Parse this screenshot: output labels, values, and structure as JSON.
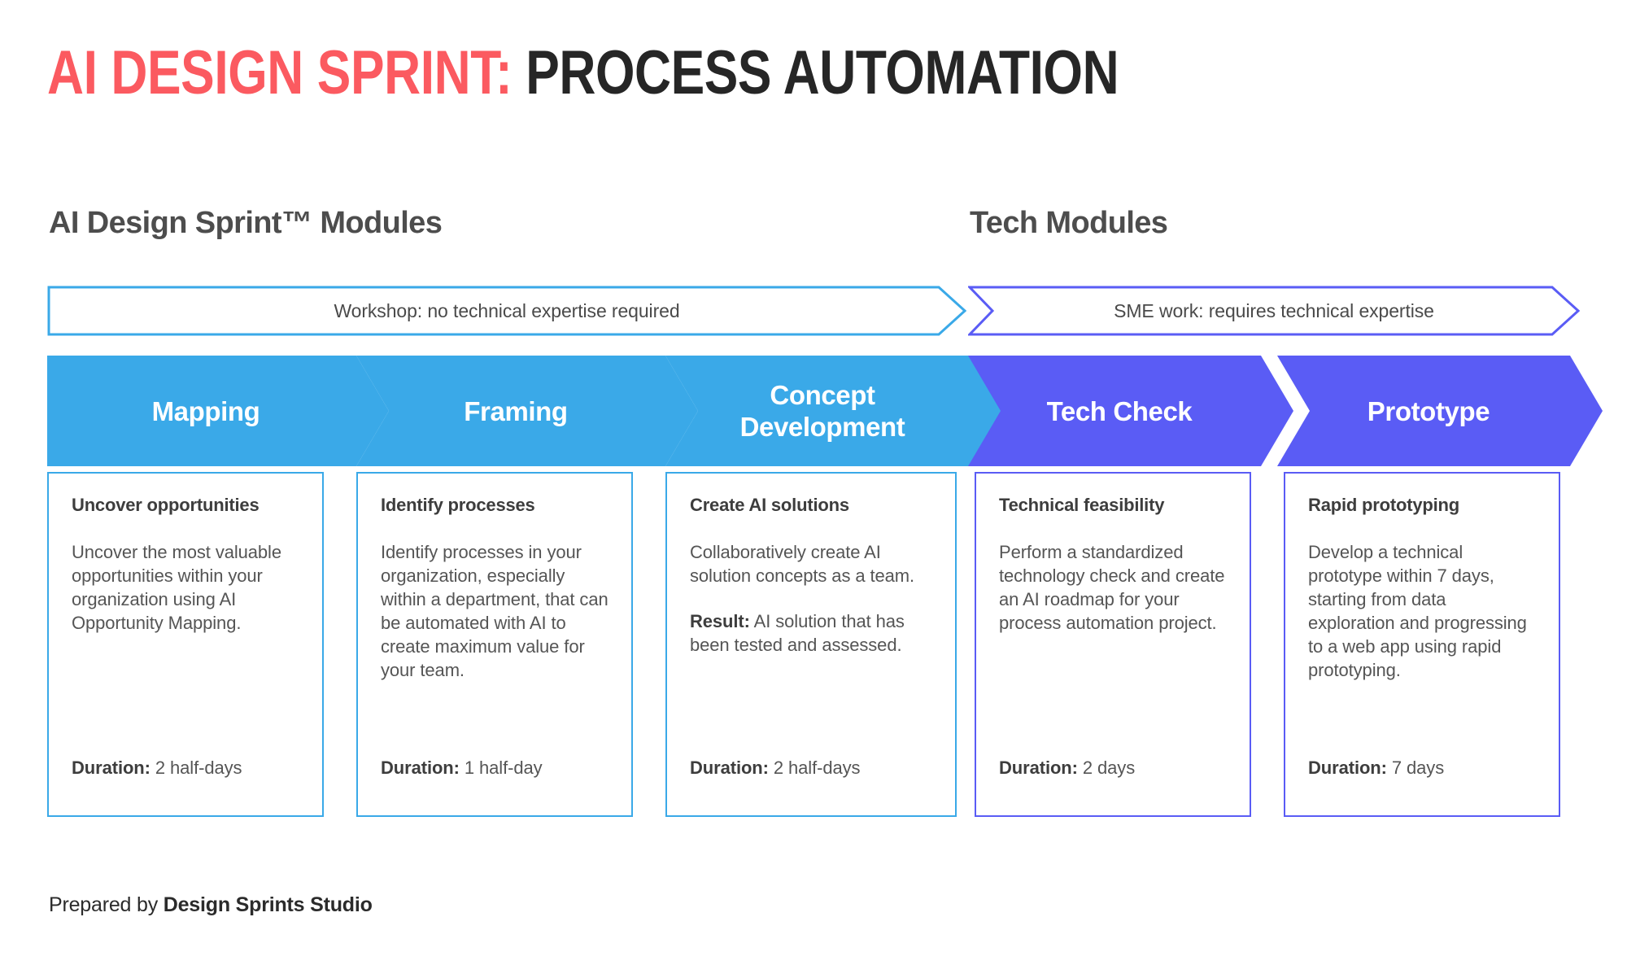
{
  "title": {
    "accent": "AI DESIGN SPRINT:",
    "main": "PROCESS AUTOMATION"
  },
  "sections": {
    "ai_modules_heading": "AI Design Sprint™ Modules",
    "tech_modules_heading": "Tech Modules"
  },
  "banners": {
    "workshop": "Workshop: no technical expertise required",
    "sme": "SME work: requires technical expertise"
  },
  "colors": {
    "accent_red": "#fb5a60",
    "blue": "#3aa9e8",
    "purple": "#5a5cf5",
    "heading_gray": "#4d4d4d",
    "body_gray": "#555555",
    "title_dark": "#262626"
  },
  "stages": [
    {
      "name": "Mapping",
      "track": "workshop",
      "card_title": "Uncover opportunities",
      "paragraphs": [
        "Uncover the most valuable opportunities within your organization using AI Opportunity Mapping."
      ],
      "result_label": "",
      "result_text": "",
      "duration_label": "Duration:",
      "duration_value": "2 half-days"
    },
    {
      "name": "Framing",
      "track": "workshop",
      "card_title": "Identify processes",
      "paragraphs": [
        "Identify processes in your organization, especially within a department, that can be automated with AI to create maximum value for your team."
      ],
      "result_label": "",
      "result_text": "",
      "duration_label": "Duration:",
      "duration_value": "1 half-day"
    },
    {
      "name": "Concept Development",
      "name_line1": "Concept",
      "name_line2": "Development",
      "track": "workshop",
      "card_title": "Create AI solutions",
      "paragraphs": [
        "Collaboratively create AI solution concepts as a team."
      ],
      "result_label": "Result:",
      "result_text": " AI solution that has been tested and assessed.",
      "duration_label": "Duration:",
      "duration_value": "2 half-days"
    },
    {
      "name": "Tech Check",
      "track": "tech",
      "card_title": "Technical feasibility",
      "paragraphs": [
        "Perform a standardized technology check and create an AI roadmap for your process automation project."
      ],
      "result_label": "",
      "result_text": "",
      "duration_label": "Duration:",
      "duration_value": "2 days"
    },
    {
      "name": "Prototype",
      "track": "tech",
      "card_title": "Rapid prototyping",
      "paragraphs": [
        "Develop a technical prototype within 7 days, starting from data exploration and progressing to a web app using rapid prototyping."
      ],
      "result_label": "",
      "result_text": "",
      "duration_label": "Duration:",
      "duration_value": "7 days"
    }
  ],
  "footer": {
    "prefix": "Prepared by ",
    "brand": "Design Sprints Studio"
  }
}
